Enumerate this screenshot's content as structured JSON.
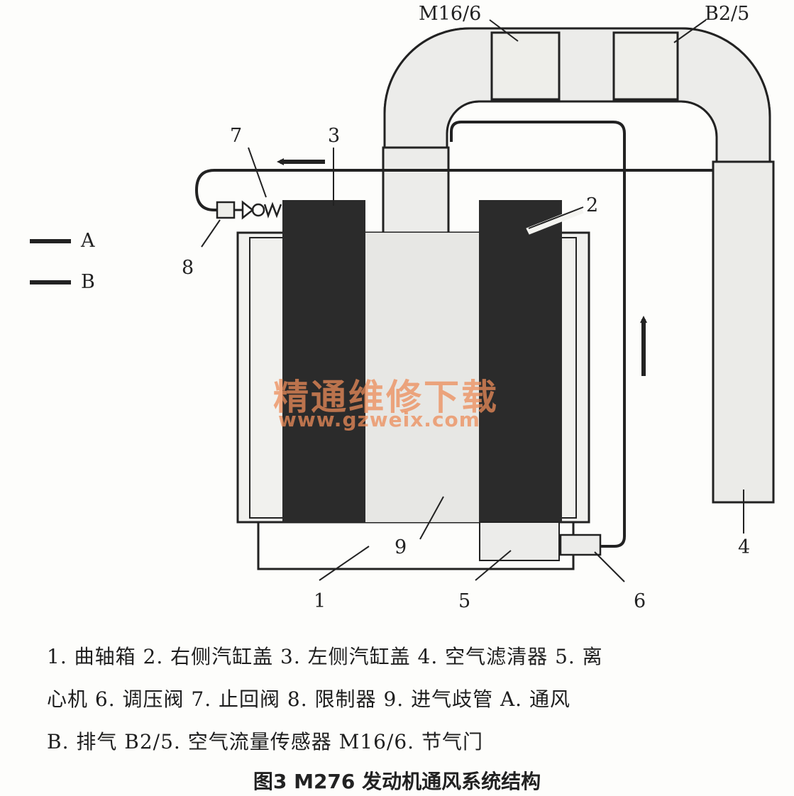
{
  "labels": {
    "m16": "M16/6",
    "b25": "B2/5",
    "n1": "1",
    "n2": "2",
    "n3": "3",
    "n4": "4",
    "n5": "5",
    "n6": "6",
    "n7": "7",
    "n8": "8",
    "n9": "9"
  },
  "legend": {
    "a": "A",
    "b": "B"
  },
  "caption": {
    "line1": "1. 曲轴箱  2. 右侧汽缸盖  3. 左侧汽缸盖  4. 空气滤清器  5. 离",
    "line2": "心机  6. 调压阀  7. 止回阀  8. 限制器  9. 进气歧管  A. 通风",
    "line3": "B. 排气  B2/5. 空气流量传感器  M16/6. 节气门"
  },
  "figure_title": "图3  M276 发动机通风系统结构",
  "watermark": {
    "cn": "精通维修下载",
    "url": "www.gzweix.com"
  },
  "colors": {
    "ink": "#222222",
    "fill": "#e9e9e4",
    "dark": "#2b2b2b",
    "watermark": "#ec8c5a"
  }
}
